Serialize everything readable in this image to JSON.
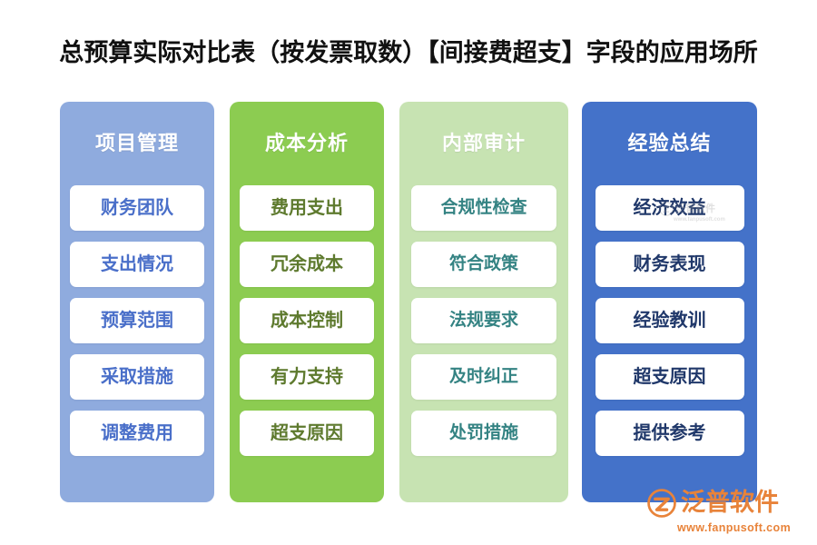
{
  "page": {
    "title": "总预算实际对比表（按发票取数）【间接费超支】字段的应用场所",
    "background_color": "#FFFFFF"
  },
  "columns": [
    {
      "header": "项目管理",
      "column_color": "#8FABDE",
      "text_color": "#4A6FC9",
      "items": [
        "财务团队",
        "支出情况",
        "预算范围",
        "采取措施",
        "调整费用"
      ]
    },
    {
      "header": "成本分析",
      "column_color": "#8CCC51",
      "text_color": "#5E7A2E",
      "items": [
        "费用支出",
        "冗余成本",
        "成本控制",
        "有力支持",
        "超支原因"
      ]
    },
    {
      "header": "内部审计",
      "column_color": "#C7E3B2",
      "text_color": "#348383",
      "items": [
        "合规性检查",
        "符合政策",
        "法规要求",
        "及时纠正",
        "处罚措施"
      ]
    },
    {
      "header": "经验总结",
      "column_color": "#4472C9",
      "text_color": "#20386A",
      "items": [
        "经济效益",
        "财务表现",
        "经验教训",
        "超支原因",
        "提供参考"
      ]
    }
  ],
  "logo": {
    "name": "泛普软件",
    "url": "www.fanpusoft.com",
    "color": "#E8833A",
    "icon": "fanpu-logo-icon"
  }
}
